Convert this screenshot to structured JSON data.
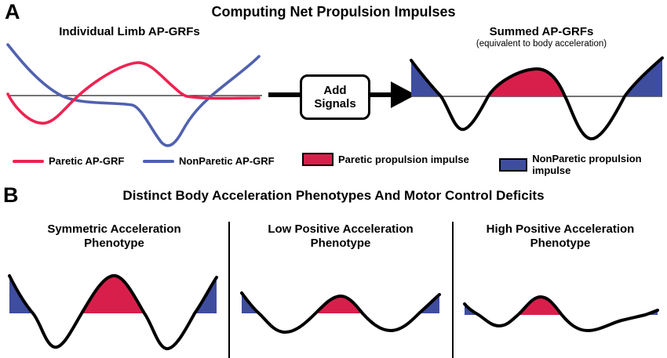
{
  "panelA": {
    "label": "A",
    "title": "Computing Net Propulsion Impulses",
    "left_plot": {
      "title": "Individual Limb AP-GRFs"
    },
    "arrow_box": {
      "line1": "Add",
      "line2": "Signals"
    },
    "right_plot": {
      "title": "Summed AP-GRFs",
      "subtitle": "(equivalent to body acceleration)"
    },
    "legend": [
      {
        "type": "line",
        "color": "#ED2352",
        "label": "Paretic AP-GRF"
      },
      {
        "type": "line",
        "color": "#5061AE",
        "label": "NonParetic AP-GRF"
      },
      {
        "type": "swatch",
        "color": "#D81F4B",
        "label": "Paretic propulsion impulse"
      },
      {
        "type": "swatch",
        "color": "#3E4D9E",
        "label": "NonParetic propulsion impulse"
      }
    ]
  },
  "panelB": {
    "label": "B",
    "title": "Distinct Body Acceleration Phenotypes And Motor Control Deficits",
    "phenotypes": [
      {
        "title_line1": "Symmetric Acceleration",
        "title_line2": "Phenotype"
      },
      {
        "title_line1": "Low Positive Acceleration",
        "title_line2": "Phenotype"
      },
      {
        "title_line1": "High Positive Acceleration",
        "title_line2": "Phenotype"
      }
    ]
  },
  "colors": {
    "paretic_line_red": "#ED2352",
    "paretic_impulse_fill": "#D81F4B",
    "nonparetic_line_blue": "#5061AE",
    "nonparetic_impulse_fill": "#3E4D9E",
    "summed_curve": "#000000"
  }
}
